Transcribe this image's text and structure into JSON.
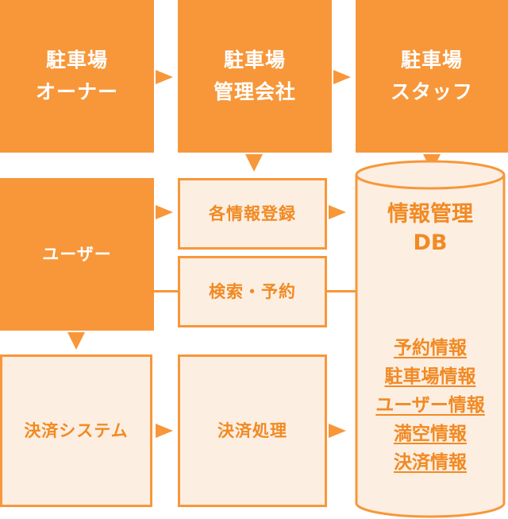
{
  "colors": {
    "accent": "#f7973a",
    "light_fill": "#fdeee2",
    "text_accent": "#f18a23"
  },
  "nodes": {
    "owner": [
      "駐車場",
      "オーナー"
    ],
    "company": [
      "駐車場",
      "管理会社"
    ],
    "staff": [
      "駐車場",
      "スタッフ"
    ],
    "user": "ユーザー",
    "register": "各情報登録",
    "search": "検索・予約",
    "payment_system": "決済システム",
    "payment_process": "決済処理"
  },
  "database": {
    "title": [
      "情報管理",
      "DB"
    ],
    "items": [
      "予約情報",
      "駐車場情報",
      "ユーザー情報",
      "満空情報",
      "決済情報"
    ]
  }
}
